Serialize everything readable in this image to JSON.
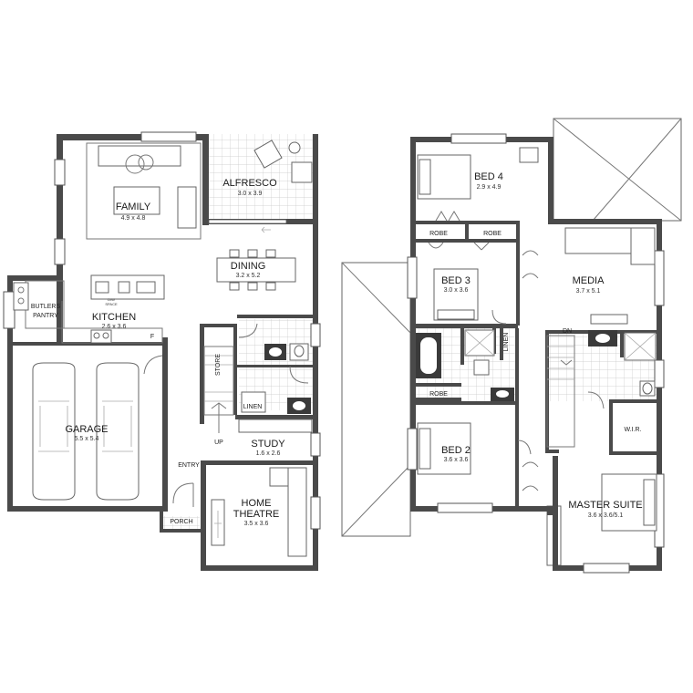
{
  "rooms": {
    "family": {
      "name": "FAMILY",
      "dim": "4.9 x 4.8"
    },
    "alfresco": {
      "name": "ALFRESCO",
      "dim": "3.0 x 3.9"
    },
    "dining": {
      "name": "DINING",
      "dim": "3.2 x 5.2"
    },
    "kitchen": {
      "name": "KITCHEN",
      "dim": "2.6 x 3.6"
    },
    "butlers_pantry": {
      "line1": "BUTLERS",
      "line2": "PANTRY"
    },
    "garage": {
      "name": "GARAGE",
      "dim": "5.5 x 5.4"
    },
    "study": {
      "name": "STUDY",
      "dim": "1.6 x 2.6"
    },
    "home_theatre": {
      "line1": "HOME",
      "line2": "THEATRE",
      "dim": "3.5 x 3.6"
    },
    "bed4": {
      "name": "BED 4",
      "dim": "2.9 x 4.9"
    },
    "bed3": {
      "name": "BED 3",
      "dim": "3.0 x 3.6"
    },
    "bed2": {
      "name": "BED 2",
      "dim": "3.6 x 3.6"
    },
    "media": {
      "name": "MEDIA",
      "dim": "3.7 x 5.1"
    },
    "master_suite": {
      "name": "MASTER SUITE",
      "dim": "3.6 x 3.6/5.1"
    }
  },
  "labels": {
    "store": "STORE",
    "linen_ground": "LINEN",
    "linen_upper": "LINEN",
    "up": "UP",
    "dn": "DN",
    "entry": "ENTRY",
    "porch": "PORCH",
    "fridge": "F",
    "robe_bed4_a": "ROBE",
    "robe_bed4_b": "ROBE",
    "robe_bed2": "ROBE",
    "wir": "W.I.R.",
    "dw_space_1": "D/W",
    "dw_space_2": "SPACE"
  },
  "colors": {
    "wall": "#4a4a4a",
    "tile_line": "#c8c8c8",
    "text": "#1a1a1a"
  }
}
